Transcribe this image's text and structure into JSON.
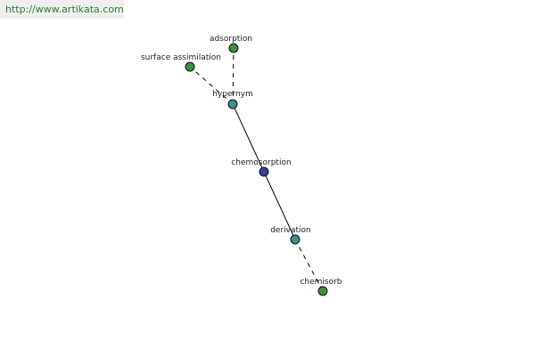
{
  "watermark": {
    "text": "http://www.artikata.com"
  },
  "colors": {
    "center": "#3b3f9a",
    "relation": "#3f8f8f",
    "leaf": "#3f8f3f",
    "edge": "#000000"
  },
  "graph": {
    "nodes": [
      {
        "id": "chemosorption",
        "label": "chemosorption",
        "kind": "center"
      },
      {
        "id": "hypernym",
        "label": "hypernym",
        "kind": "relation"
      },
      {
        "id": "derivation",
        "label": "derivation",
        "kind": "relation"
      },
      {
        "id": "adsorption",
        "label": "adsorption",
        "kind": "leaf"
      },
      {
        "id": "surface-assimilation",
        "label": "surface assimilation",
        "kind": "leaf"
      },
      {
        "id": "chemisorb",
        "label": "chemisorb",
        "kind": "leaf"
      }
    ],
    "edges": [
      {
        "from": "chemosorption",
        "to": "hypernym",
        "style": "solid"
      },
      {
        "from": "chemosorption",
        "to": "derivation",
        "style": "solid"
      },
      {
        "from": "hypernym",
        "to": "adsorption",
        "style": "dashed"
      },
      {
        "from": "hypernym",
        "to": "surface-assimilation",
        "style": "dashed"
      },
      {
        "from": "derivation",
        "to": "chemisorb",
        "style": "dashed"
      }
    ]
  }
}
